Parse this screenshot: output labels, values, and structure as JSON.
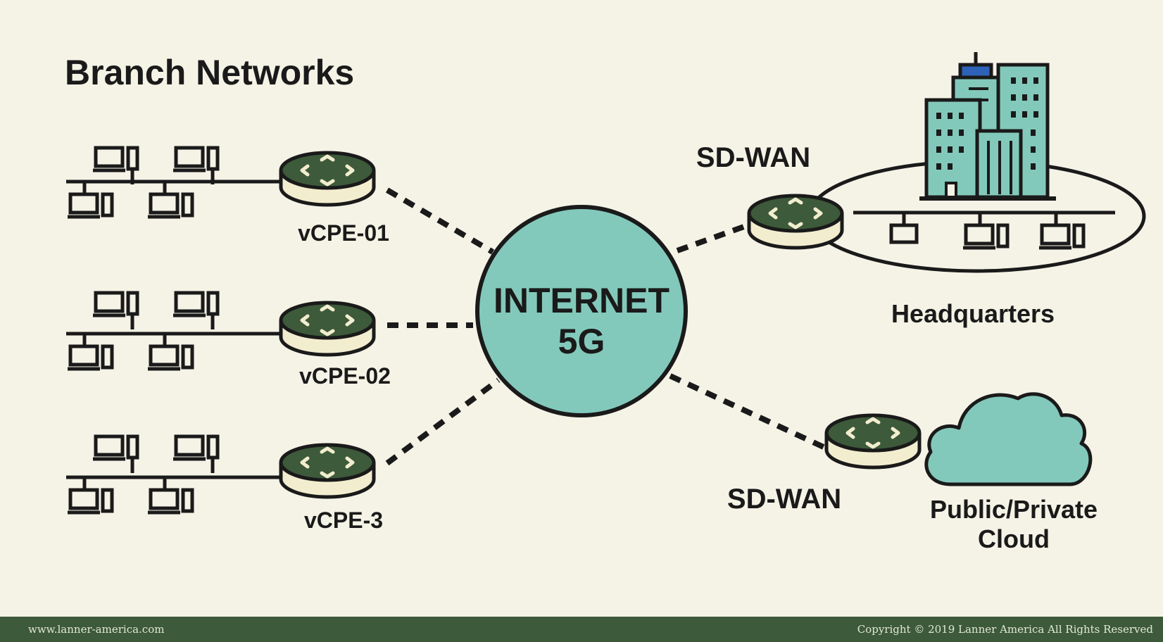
{
  "title": "Branch Networks",
  "hub": {
    "line1": "INTERNET",
    "line2": "5G"
  },
  "branches": [
    {
      "label": "vCPE-01",
      "icon": "router-icon"
    },
    {
      "label": "vCPE-02",
      "icon": "router-icon"
    },
    {
      "label": "vCPE-3",
      "icon": "router-icon"
    }
  ],
  "headquarters": {
    "wan_label": "SD-WAN",
    "label": "Headquarters",
    "icon": "office-building-icon"
  },
  "cloud": {
    "wan_label": "SD-WAN",
    "label_line1": "Public/Private",
    "label_line2": "Cloud",
    "icon": "cloud-icon"
  },
  "footer": {
    "website": "www.lanner-america.com",
    "copyright": "Copyright © 2019 Lanner America All Rights Reserved"
  },
  "colors": {
    "background": "#f5f3e6",
    "hub_fill": "#83c9bb",
    "router_top": "#3d5a3a",
    "router_base": "#f2edcf",
    "building_fill": "#83c9bb",
    "building_accent": "#2e62b8",
    "footer_bg": "#3d5a3a",
    "line": "#1a1a1a"
  }
}
